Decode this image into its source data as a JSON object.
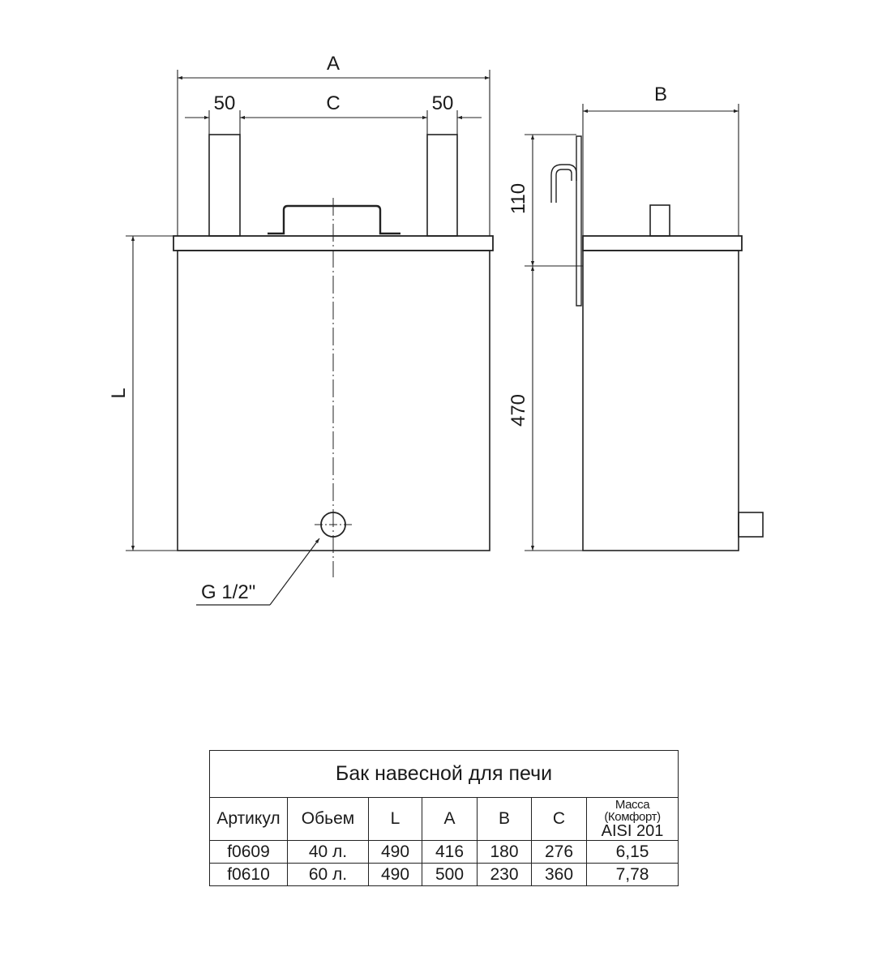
{
  "drawing": {
    "labels": {
      "A": "A",
      "B": "B",
      "C": "C",
      "L": "L",
      "left_offset": "50",
      "right_offset": "50",
      "height_top": "110",
      "height_body": "470",
      "fitting": "G 1/2\""
    }
  },
  "table": {
    "title": "Бак навесной для печи",
    "headers": {
      "article": "Артикул",
      "volume": "Обьем",
      "L": "L",
      "A": "A",
      "B": "B",
      "C": "C",
      "mass_line1": "Масса (Комфорт)",
      "mass_line2": "AISI 201"
    },
    "rows": [
      {
        "article": "f0609",
        "volume": "40 л.",
        "L": "490",
        "A": "416",
        "B": "180",
        "C": "276",
        "mass": "6,15"
      },
      {
        "article": "f0610",
        "volume": "60 л.",
        "L": "490",
        "A": "500",
        "B": "230",
        "C": "360",
        "mass": "7,78"
      }
    ]
  }
}
